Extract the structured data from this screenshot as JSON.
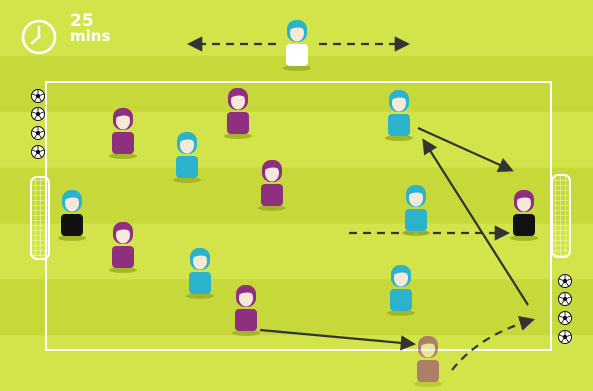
{
  "timer": {
    "icon": "clock-icon",
    "value": "25",
    "unit": "mins"
  },
  "colors": {
    "grass_light": "#d3e34a",
    "grass_dark": "#c7d83a",
    "lines": "#ffffff",
    "team_purple": "#8f2f7f",
    "team_cyan": "#2bb3cc",
    "goalkeeper_shirt": "#111111",
    "neutral_shirt": "#ffffff",
    "arrow": "#333333"
  },
  "players": [
    {
      "team": "neutral",
      "role": "neutral"
    },
    {
      "team": "purple",
      "role": "player"
    },
    {
      "team": "purple",
      "role": "player"
    },
    {
      "team": "cyan",
      "role": "player"
    },
    {
      "team": "cyan",
      "role": "player"
    },
    {
      "team": "purple",
      "role": "player"
    },
    {
      "team": "cyan",
      "role": "goalkeeper"
    },
    {
      "team": "purple",
      "role": "player"
    },
    {
      "team": "cyan",
      "role": "player"
    },
    {
      "team": "purple",
      "role": "player"
    },
    {
      "team": "cyan",
      "role": "player"
    },
    {
      "team": "cyan",
      "role": "player"
    },
    {
      "team": "purple",
      "role": "goalkeeper"
    },
    {
      "team": "purple",
      "role": "ghost"
    }
  ],
  "arrows": [
    {
      "kind": "dashed",
      "meaning": "neutral-player-movement"
    },
    {
      "kind": "dashed",
      "meaning": "neutral-player-movement"
    },
    {
      "kind": "solid",
      "meaning": "pass"
    },
    {
      "kind": "dashed",
      "meaning": "run"
    },
    {
      "kind": "solid",
      "meaning": "pass"
    },
    {
      "kind": "solid",
      "meaning": "pass"
    },
    {
      "kind": "dashed",
      "meaning": "run"
    }
  ],
  "ball_stacks": [
    {
      "side": "left",
      "count": 4
    },
    {
      "side": "right",
      "count": 4
    }
  ]
}
